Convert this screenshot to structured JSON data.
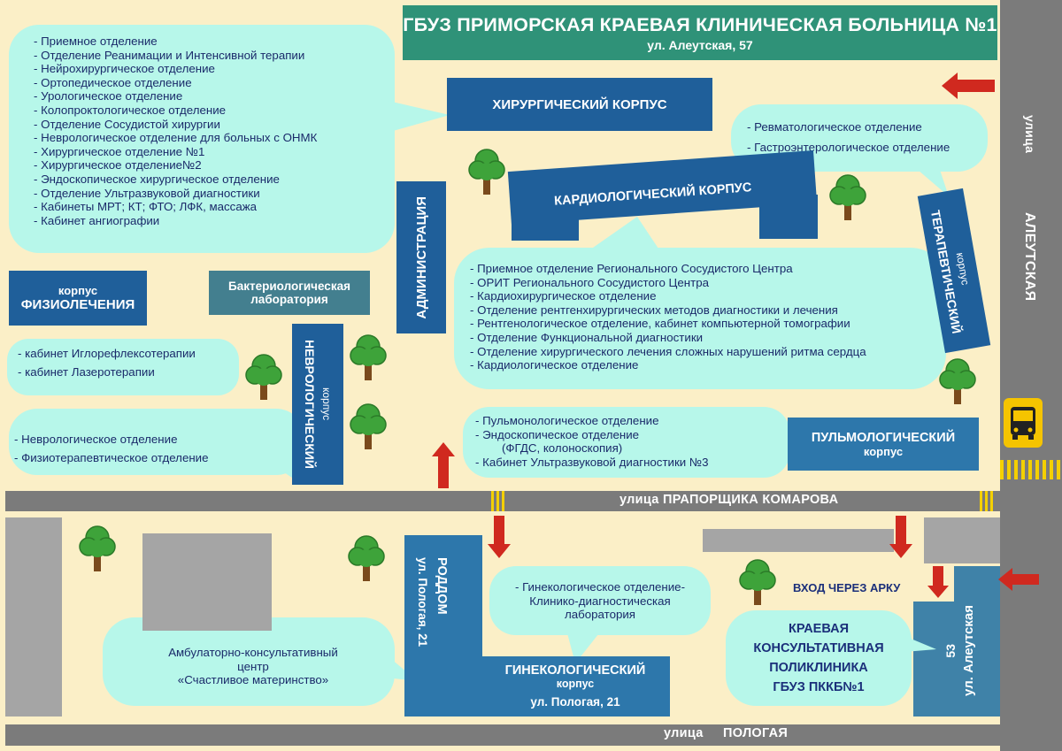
{
  "header": {
    "title": "ГБУЗ ПРИМОРСКАЯ КРАЕВАЯ КЛИНИЧЕСКАЯ БОЛЬНИЦА №1",
    "address": "ул. Алеутская, 57"
  },
  "streets": {
    "aleutskaya_top": "улица",
    "aleutskaya_main": "АЛЕУТСКАЯ",
    "komarova_prefix": "улица",
    "komarova_name": "ПРАПОРЩИКА КОМАРОВА",
    "pologaya_prefix": "улица",
    "pologaya_name": "ПОЛОГАЯ"
  },
  "buildings": {
    "surgical": "ХИРУРГИЧЕСКИЙ КОРПУС",
    "cardio": "КАРДИОЛОГИЧЕСКИЙ КОРПУС",
    "admin": "АДМИНИСТРАЦИЯ",
    "therapy_main": "ТЕРАПЕВТИЧЕСКИЙ",
    "therapy_sub": "корпус",
    "physio_top": "корпус",
    "physio_main": "ФИЗИОЛЕЧЕНИЯ",
    "bacterio_line1": "Бактериологическая",
    "bacterio_line2": "лаборатория",
    "neuro_main": "НЕВРОЛОГИЧЕСКИЙ",
    "neuro_sub": "корпус",
    "pulmo_main": "ПУЛЬМОЛОГИЧЕСКИЙ",
    "pulmo_sub": "корпус",
    "roddom_main": "РОДДОМ",
    "roddom_addr": "ул. Пологая, 21",
    "gyneco_main": "ГИНЕКОЛОГИЧЕСКИЙ",
    "gyneco_sub": "корпус",
    "gyneco_addr": "ул. Пологая, 21",
    "aleut53_addr": "ул. Алеутская",
    "aleut53_num": "53"
  },
  "labels": {
    "arch_entry": "ВХОД ЧЕРЕЗ АРКУ",
    "polyclinic": [
      "КРАЕВАЯ",
      "КОНСУЛЬТАТИВНАЯ",
      "ПОЛИКЛИНИКА",
      "ГБУЗ ПККБ№1"
    ]
  },
  "bubbles": {
    "surgical": [
      "- Приемное отделение",
      "- Отделение Реанимации и Интенсивной терапии",
      "- Нейрохирургическое отделение",
      "- Ортопедическое отделение",
      "- Урологическое отделение",
      "- Колопроктологическое отделение",
      "- Отделение Сосудистой хирургии",
      "- Неврологическое отделение для больных с ОНМК",
      "- Хирургическое отделение №1",
      "- Хирургическое отделение№2",
      "- Эндоскопическое хирургическое отделение",
      "- Отделение Ультразвуковой диагностики",
      "- Кабинеты МРТ; КТ; ФТО; ЛФК, массажа",
      "- Кабинет ангиографии"
    ],
    "therapy": [
      "- Ревматологическое отделение",
      "- Гастроэнтерологическое отделение"
    ],
    "cardio": [
      "- Приемное отделение Регионального Сосудистого Центра",
      "- ОРИТ Регионального Сосудистого  Центра",
      "- Кардиохирургическое отделение",
      "- Отделение рентгенхирургических методов диагностики и лечения",
      "- Рентгенологическое отделение, кабинет компьютерной томографии",
      "- Отделение Функциональной диагностики",
      "- Отделение хирургического лечения сложных нарушений ритма сердца",
      "- Кардиологическое отделение"
    ],
    "physio": [
      "- кабинет Иглорефлексотерапии",
      "- кабинет Лазеротерапии"
    ],
    "neuro": [
      "- Неврологическое отделение",
      "- Физиотерапевтическое отделение"
    ],
    "pulmo": [
      "- Пульмонологическое отделение",
      "- Эндоскопическое отделение",
      "(ФГДС, колоноскопия)",
      "- Кабинет Ультразвуковой диагностики №3"
    ],
    "gyneco": [
      "- Гинекологическое отделение-",
      "Клинико-диагностическая",
      "лаборатория"
    ],
    "ambulatory": [
      "Амбулаторно-консультативный",
      "центр",
      "«Счастливое материнство»"
    ]
  },
  "colors": {
    "background": "#fbefc7",
    "road": "#7b7b7b",
    "bubble": "#b7f7ea",
    "building_dark": "#1f5f9a",
    "building_mid": "#3a84b4",
    "header": "#2f9278",
    "arrow": "#d0291f",
    "tree": "#3ea33a",
    "bus": "#f5c400"
  },
  "icons": [
    "tree-icon",
    "red-arrow-icon",
    "bus-stop-icon",
    "crosswalk-icon"
  ]
}
